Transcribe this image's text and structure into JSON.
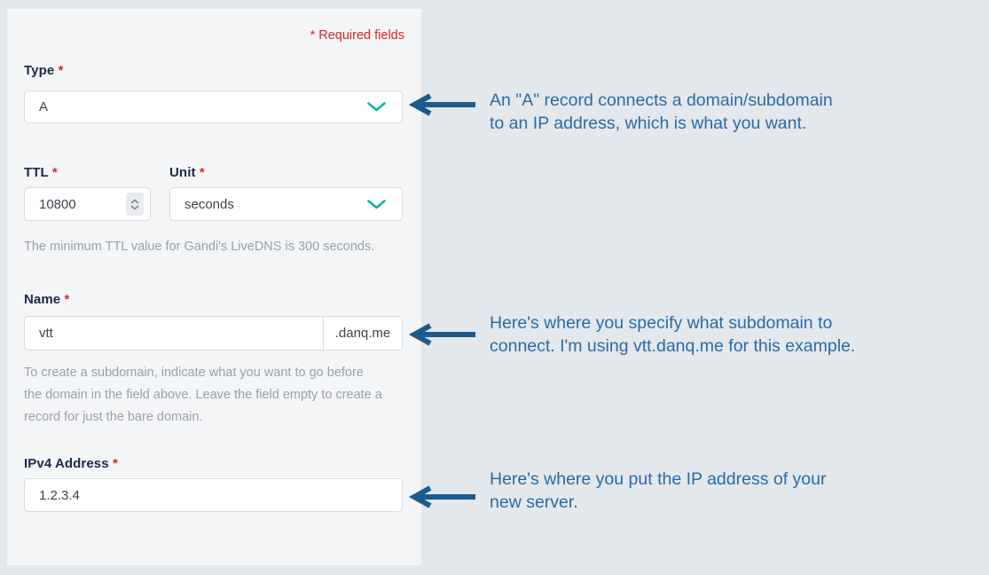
{
  "colors": {
    "page_background": "#e3e8ec",
    "panel_background": "#f4f5f7",
    "accent_teal": "#12b2a8",
    "label_navy": "#1c2b4a",
    "required_red": "#d32727",
    "helper_gray": "#9aa1a9",
    "annotation_blue": "#2a6ba5",
    "arrow_blue": "#1e5b8d"
  },
  "required_marker": "*",
  "form": {
    "required_note": "* Required fields",
    "fields": {
      "type": {
        "label": "Type",
        "value": "A"
      },
      "ttl": {
        "label": "TTL",
        "value": "10800"
      },
      "unit": {
        "label": "Unit",
        "value": "seconds"
      },
      "ttl_help": "The minimum TTL value for Gandi's LiveDNS is 300 seconds.",
      "name": {
        "label": "Name",
        "value": "vtt",
        "suffix": ".danq.me"
      },
      "name_help_lines": [
        "To create a subdomain, indicate what you want to go before",
        "the domain in the field above. Leave the field empty to create a",
        "record for just the bare domain."
      ],
      "ipv4": {
        "label": "IPv4 Address",
        "value": "1.2.3.4"
      }
    }
  },
  "icons": {
    "chevron_down": "chevron-down",
    "stepper": "number-stepper"
  },
  "annotations": [
    {
      "lines": [
        "An \"A\" record connects a domain/subdomain",
        "to an IP address, which is what you want."
      ]
    },
    {
      "lines": [
        "Here's where you specify what subdomain to",
        "connect. I'm using vtt.danq.me for this example."
      ]
    },
    {
      "lines": [
        "Here's where you put the IP address of your",
        "new server."
      ]
    }
  ]
}
